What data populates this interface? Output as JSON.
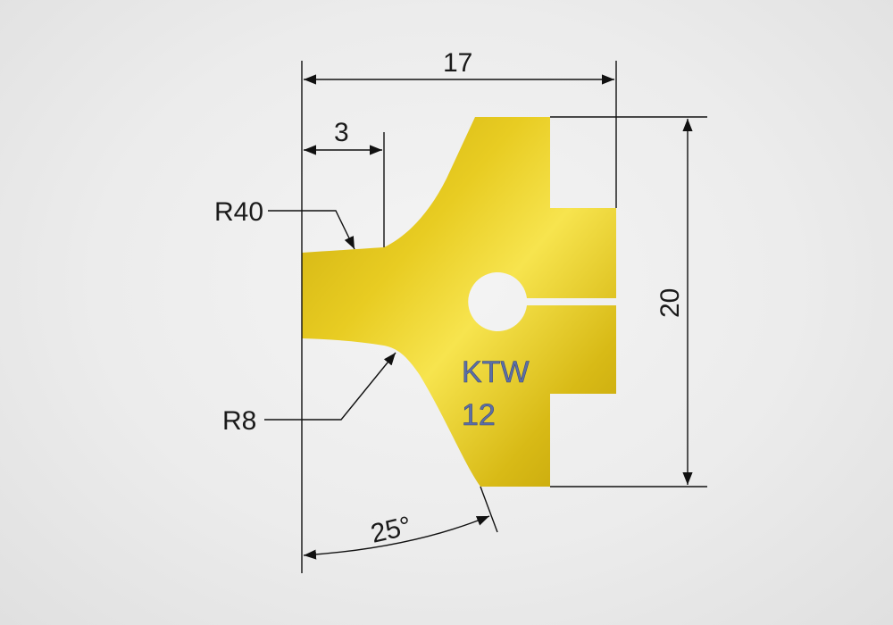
{
  "drawing": {
    "part": {
      "marking_line1": "KTW",
      "marking_line2": "12",
      "color_light": "#f6e04a",
      "color_mid": "#d9bb1a",
      "color_dark": "#b79a06"
    },
    "dimensions": {
      "overall_width": "17",
      "overall_height": "20",
      "step_width": "3",
      "radius_top": "R40",
      "radius_bottom": "R8",
      "angle": "25°"
    }
  }
}
